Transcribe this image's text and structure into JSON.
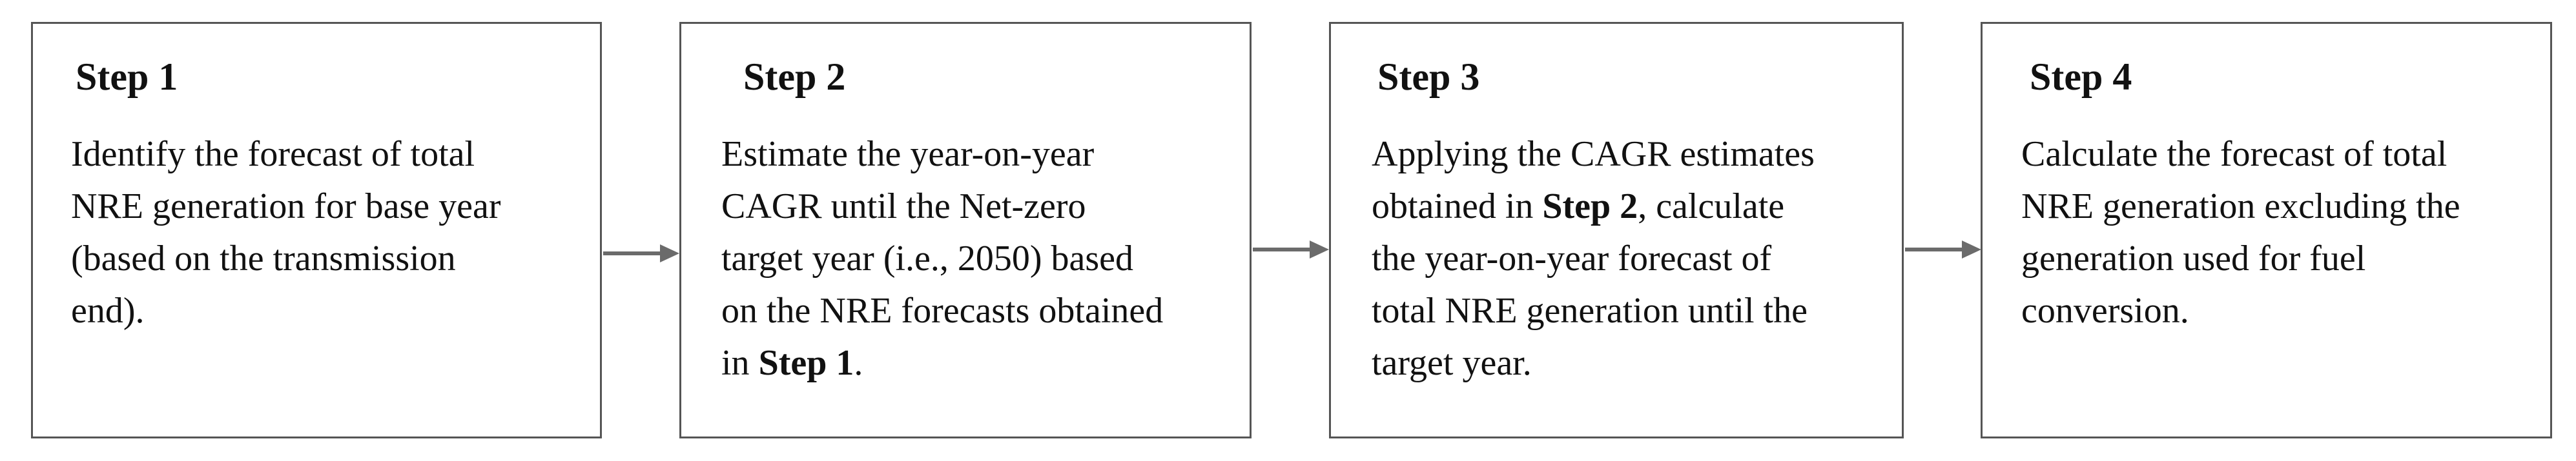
{
  "steps": [
    {
      "title": "Step 1",
      "lines": [
        [
          {
            "text": "Identify the forecast of total",
            "bold": false
          }
        ],
        [
          {
            "text": "NRE generation for base year",
            "bold": false
          }
        ],
        [
          {
            "text": "(based on the transmission",
            "bold": false
          }
        ],
        [
          {
            "text": "end).",
            "bold": false
          }
        ]
      ]
    },
    {
      "title": "Step 2",
      "lines": [
        [
          {
            "text": "Estimate the year-on-year",
            "bold": false
          }
        ],
        [
          {
            "text": "CAGR until the Net-zero",
            "bold": false
          }
        ],
        [
          {
            "text": "target year (i.e., 2050) based",
            "bold": false
          }
        ],
        [
          {
            "text": "on the NRE forecasts obtained",
            "bold": false
          }
        ],
        [
          {
            "text": "in ",
            "bold": false
          },
          {
            "text": "Step 1",
            "bold": true
          },
          {
            "text": ".",
            "bold": false
          }
        ]
      ]
    },
    {
      "title": "Step 3",
      "lines": [
        [
          {
            "text": "Applying the CAGR estimates",
            "bold": false
          }
        ],
        [
          {
            "text": "obtained in ",
            "bold": false
          },
          {
            "text": "Step 2",
            "bold": true
          },
          {
            "text": ", calculate",
            "bold": false
          }
        ],
        [
          {
            "text": "the year-on-year forecast of",
            "bold": false
          }
        ],
        [
          {
            "text": "total NRE generation until the",
            "bold": false
          }
        ],
        [
          {
            "text": "target year.",
            "bold": false
          }
        ]
      ]
    },
    {
      "title": "Step 4",
      "lines": [
        [
          {
            "text": "Calculate the forecast of total",
            "bold": false
          }
        ],
        [
          {
            "text": "NRE generation excluding the",
            "bold": false
          }
        ],
        [
          {
            "text": "generation used for fuel",
            "bold": false
          }
        ],
        [
          {
            "text": "conversion.",
            "bold": false
          }
        ]
      ]
    }
  ],
  "colors": {
    "box_border": "#555555",
    "arrow": "#6b6b6b",
    "text": "#111111"
  }
}
